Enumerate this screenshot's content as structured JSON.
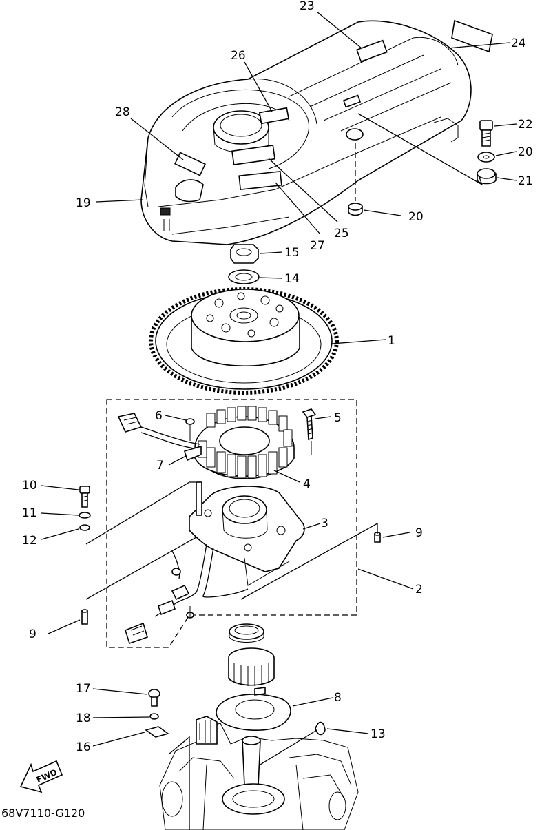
{
  "diagram": {
    "catalog_code": "68V7110-G120",
    "fwd_label": "FWD",
    "callouts": [
      {
        "id": "c1",
        "text": "1"
      },
      {
        "id": "c2",
        "text": "2"
      },
      {
        "id": "c3",
        "text": "3"
      },
      {
        "id": "c4",
        "text": "4"
      },
      {
        "id": "c5",
        "text": "5"
      },
      {
        "id": "c6",
        "text": "6"
      },
      {
        "id": "c7",
        "text": "7"
      },
      {
        "id": "c8",
        "text": "8"
      },
      {
        "id": "c9a",
        "text": "9"
      },
      {
        "id": "c9b",
        "text": "9"
      },
      {
        "id": "c10",
        "text": "10"
      },
      {
        "id": "c11",
        "text": "11"
      },
      {
        "id": "c12",
        "text": "12"
      },
      {
        "id": "c13",
        "text": "13"
      },
      {
        "id": "c14",
        "text": "14"
      },
      {
        "id": "c15",
        "text": "15"
      },
      {
        "id": "c16",
        "text": "16"
      },
      {
        "id": "c17",
        "text": "17"
      },
      {
        "id": "c18",
        "text": "18"
      },
      {
        "id": "c19",
        "text": "19"
      },
      {
        "id": "c20a",
        "text": "20"
      },
      {
        "id": "c20b",
        "text": "20"
      },
      {
        "id": "c21",
        "text": "21"
      },
      {
        "id": "c22",
        "text": "22"
      },
      {
        "id": "c23",
        "text": "23"
      },
      {
        "id": "c24",
        "text": "24"
      },
      {
        "id": "c25",
        "text": "25"
      },
      {
        "id": "c26",
        "text": "26"
      },
      {
        "id": "c27",
        "text": "27"
      },
      {
        "id": "c28",
        "text": "28"
      }
    ]
  }
}
